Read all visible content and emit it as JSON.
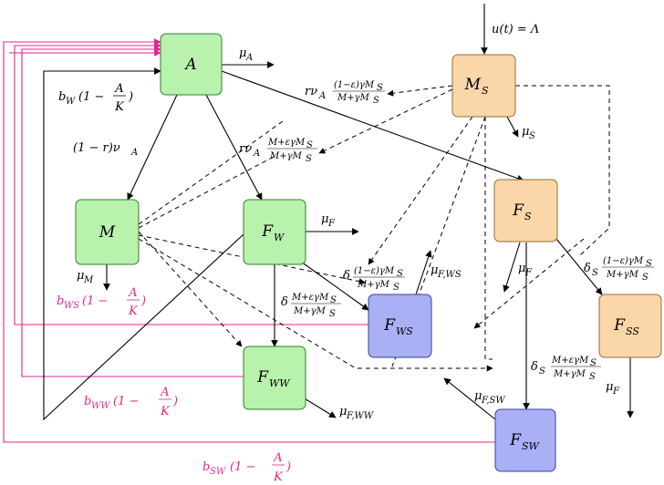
{
  "nodes": {
    "A": {
      "label": "A",
      "sub": ""
    },
    "MS": {
      "label": "M",
      "sub": "S"
    },
    "M": {
      "label": "M",
      "sub": ""
    },
    "FW": {
      "label": "F",
      "sub": "W"
    },
    "FS": {
      "label": "F",
      "sub": "S"
    },
    "FWS": {
      "label": "F",
      "sub": "WS"
    },
    "FSS": {
      "label": "F",
      "sub": "SS"
    },
    "FWW": {
      "label": "F",
      "sub": "WW"
    },
    "FSW": {
      "label": "F",
      "sub": "SW"
    }
  },
  "labels": {
    "input": "u(t) = Λ",
    "mu_A": "μ",
    "mu_A_sub": "A",
    "mu_S": "μ",
    "mu_S_sub": "S",
    "mu_M": "μ",
    "mu_M_sub": "M",
    "mu_F1": "μ",
    "mu_F1_sub": "F",
    "mu_F2": "μ",
    "mu_F2_sub": "F",
    "mu_F3": "μ",
    "mu_F3_sub": "F",
    "mu_FWS": "μ",
    "mu_FWS_sub": "F,WS",
    "mu_FSW": "μ",
    "mu_FSW_sub": "F,SW",
    "mu_FWW": "μ",
    "mu_FWW_sub": "F,WW",
    "bW_pre": "b",
    "bW_sub": "W",
    "bW_post": "(1 −",
    "bWS_pre": "b",
    "bWS_sub": "WS",
    "bWS_post": "(1 −",
    "bWW_pre": "b",
    "bWW_sub": "WW",
    "bWW_post": "(1 −",
    "bSW_pre": "b",
    "bSW_sub": "SW",
    "bSW_post": "(1 −",
    "frac_num": "A",
    "frac_den": "K",
    "close_paren": ")",
    "one_minus_r": "(1 − r)ν",
    "one_minus_r_sub": "A",
    "r_nu_1": "rν",
    "r_nu_1_sub": "A",
    "r_nu_2": "rν",
    "r_nu_2_sub": "A",
    "delta": "δ",
    "delta_S": "δ",
    "delta_S_sub": "S",
    "frac_eps_num": "(1−ε)γM",
    "frac_eps_num_sub": "S",
    "frac_eps_den": "M+γM",
    "frac_eps_den_sub": "S",
    "frac_plus_num": "M+εγM",
    "frac_plus_num_sub": "S",
    "frac_plus_den": "M+γM",
    "frac_plus_den_sub": "S"
  },
  "colors": {
    "green_fill": "#b8f2ad",
    "green_stroke": "#2f7d2f",
    "orange_fill": "#fbd6a9",
    "orange_stroke": "#9a6a3a",
    "blue_fill": "#aab0f5",
    "blue_stroke": "#3a3f9c",
    "pink": "#e0278f"
  }
}
